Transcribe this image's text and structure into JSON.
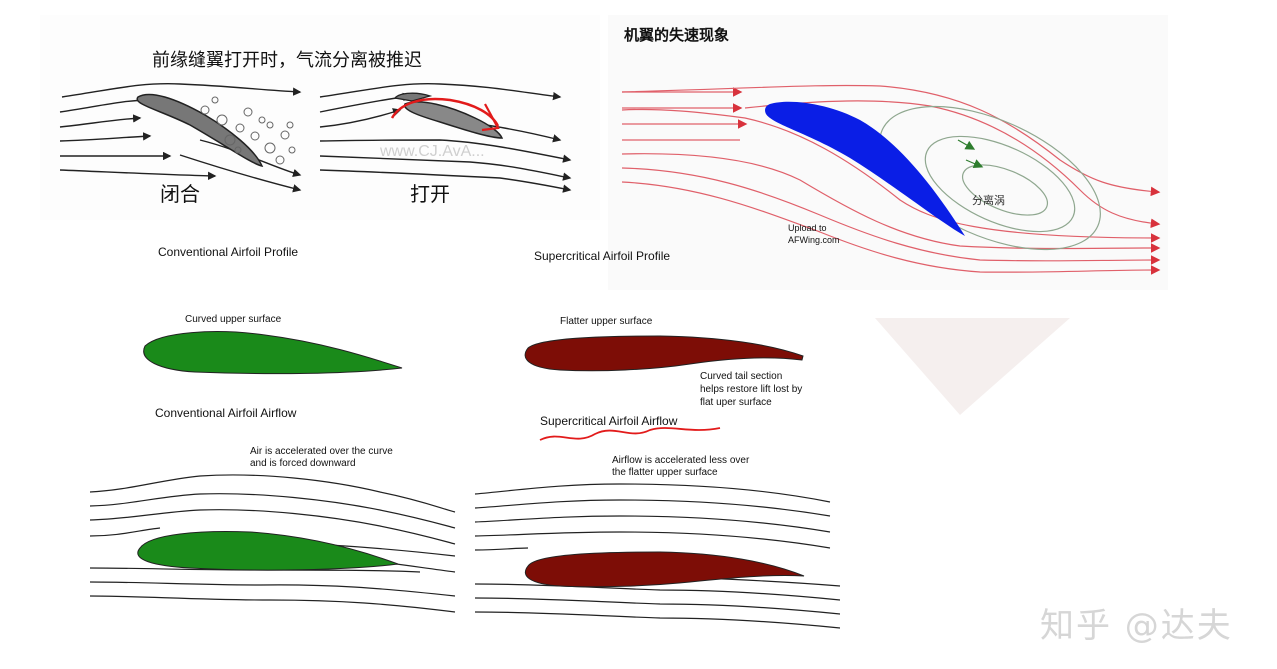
{
  "panels": {
    "slat": {
      "title": "前缘缝翼打开时，气流分离被推迟",
      "closed_label": "闭合",
      "open_label": "打开",
      "overlay_watermark": "www.CJ.AvA..."
    },
    "stall": {
      "title": "机翼的失速现象",
      "vortex_label": "分离涡",
      "credit": "Upload to\nAFWing.com",
      "colors": {
        "airfoil": "#0a1ee6",
        "streamline": "#e0606a",
        "vortex": "#8fa78f",
        "arrow": "#2e7d2e"
      }
    },
    "conventional": {
      "profile_title": "Conventional Airfoil Profile",
      "profile_note": "Curved upper surface",
      "airflow_title": "Conventional Airfoil Airflow",
      "airflow_note": "Air is accelerated over the curve\nand is forced downward",
      "color": "#1a8a1a"
    },
    "supercritical": {
      "profile_title": "Supercritical Airfoil Profile",
      "profile_note": "Flatter upper surface",
      "tail_note": "Curved tail section\nhelps restore lift lost by\nflat uper surface",
      "airflow_title": "Supercritical Airfoil Airflow",
      "airflow_note": "Airflow is accelerated less over\nthe flatter upper surface",
      "color": "#7d0d06"
    }
  },
  "watermark": "知乎 @达夫"
}
